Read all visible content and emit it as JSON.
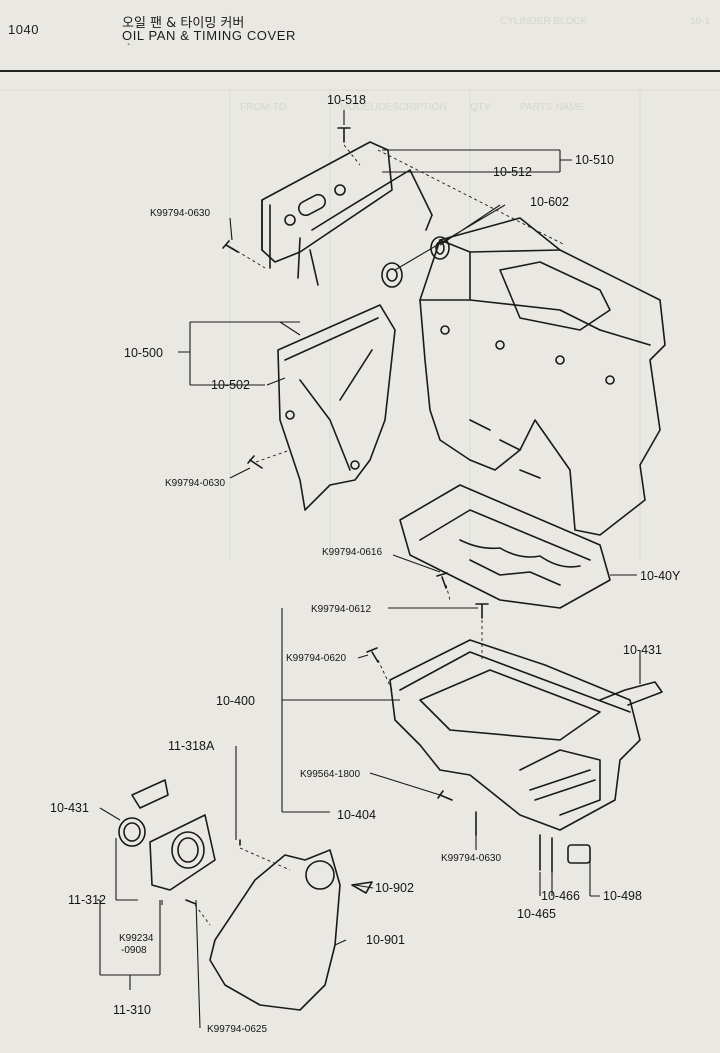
{
  "header": {
    "page_number": "1040",
    "title_korean": "오일 팬 & 타이밍 커버",
    "title_english": "OIL PAN & TIMING COVER",
    "mark": "`"
  },
  "ghost_text": {
    "top_right_1": "CYLINDER BLOCK",
    "top_right_2": "10-1",
    "col_1": "PARTS NAME",
    "col_2": "QTY",
    "col_3": "MODEL/DESCRIPTION",
    "col_4": "FROM-TO"
  },
  "callouts": {
    "c_10_518": "10-518",
    "c_10_510": "10-510",
    "c_10_512": "10-512",
    "c_10_602": "10-602",
    "c_k0630_a": "K99794-0630",
    "c_10_500": "10-500",
    "c_10_502": "10-502",
    "c_k0630_b": "K99794-0630",
    "c_k0616": "K99794-0616",
    "c_10_40y": "10-40Y",
    "c_k0612": "K99794-0612",
    "c_k0620": "K99794-0620",
    "c_10_431_r": "10-431",
    "c_10_400": "10-400",
    "c_11_318a": "11-318A",
    "c_k1800": "K99564-1800",
    "c_10_404": "10-404",
    "c_10_431_l": "10-431",
    "c_k0630_c": "K99794-0630",
    "c_11_312": "11-312",
    "c_10_902": "10-902",
    "c_10_466": "10-466",
    "c_10_498": "10-498",
    "c_10_465": "10-465",
    "c_k99234": "K99234",
    "c_0908": "-0908",
    "c_10_901": "10-901",
    "c_11_310": "11-310",
    "c_k0625": "K99794-0625"
  }
}
